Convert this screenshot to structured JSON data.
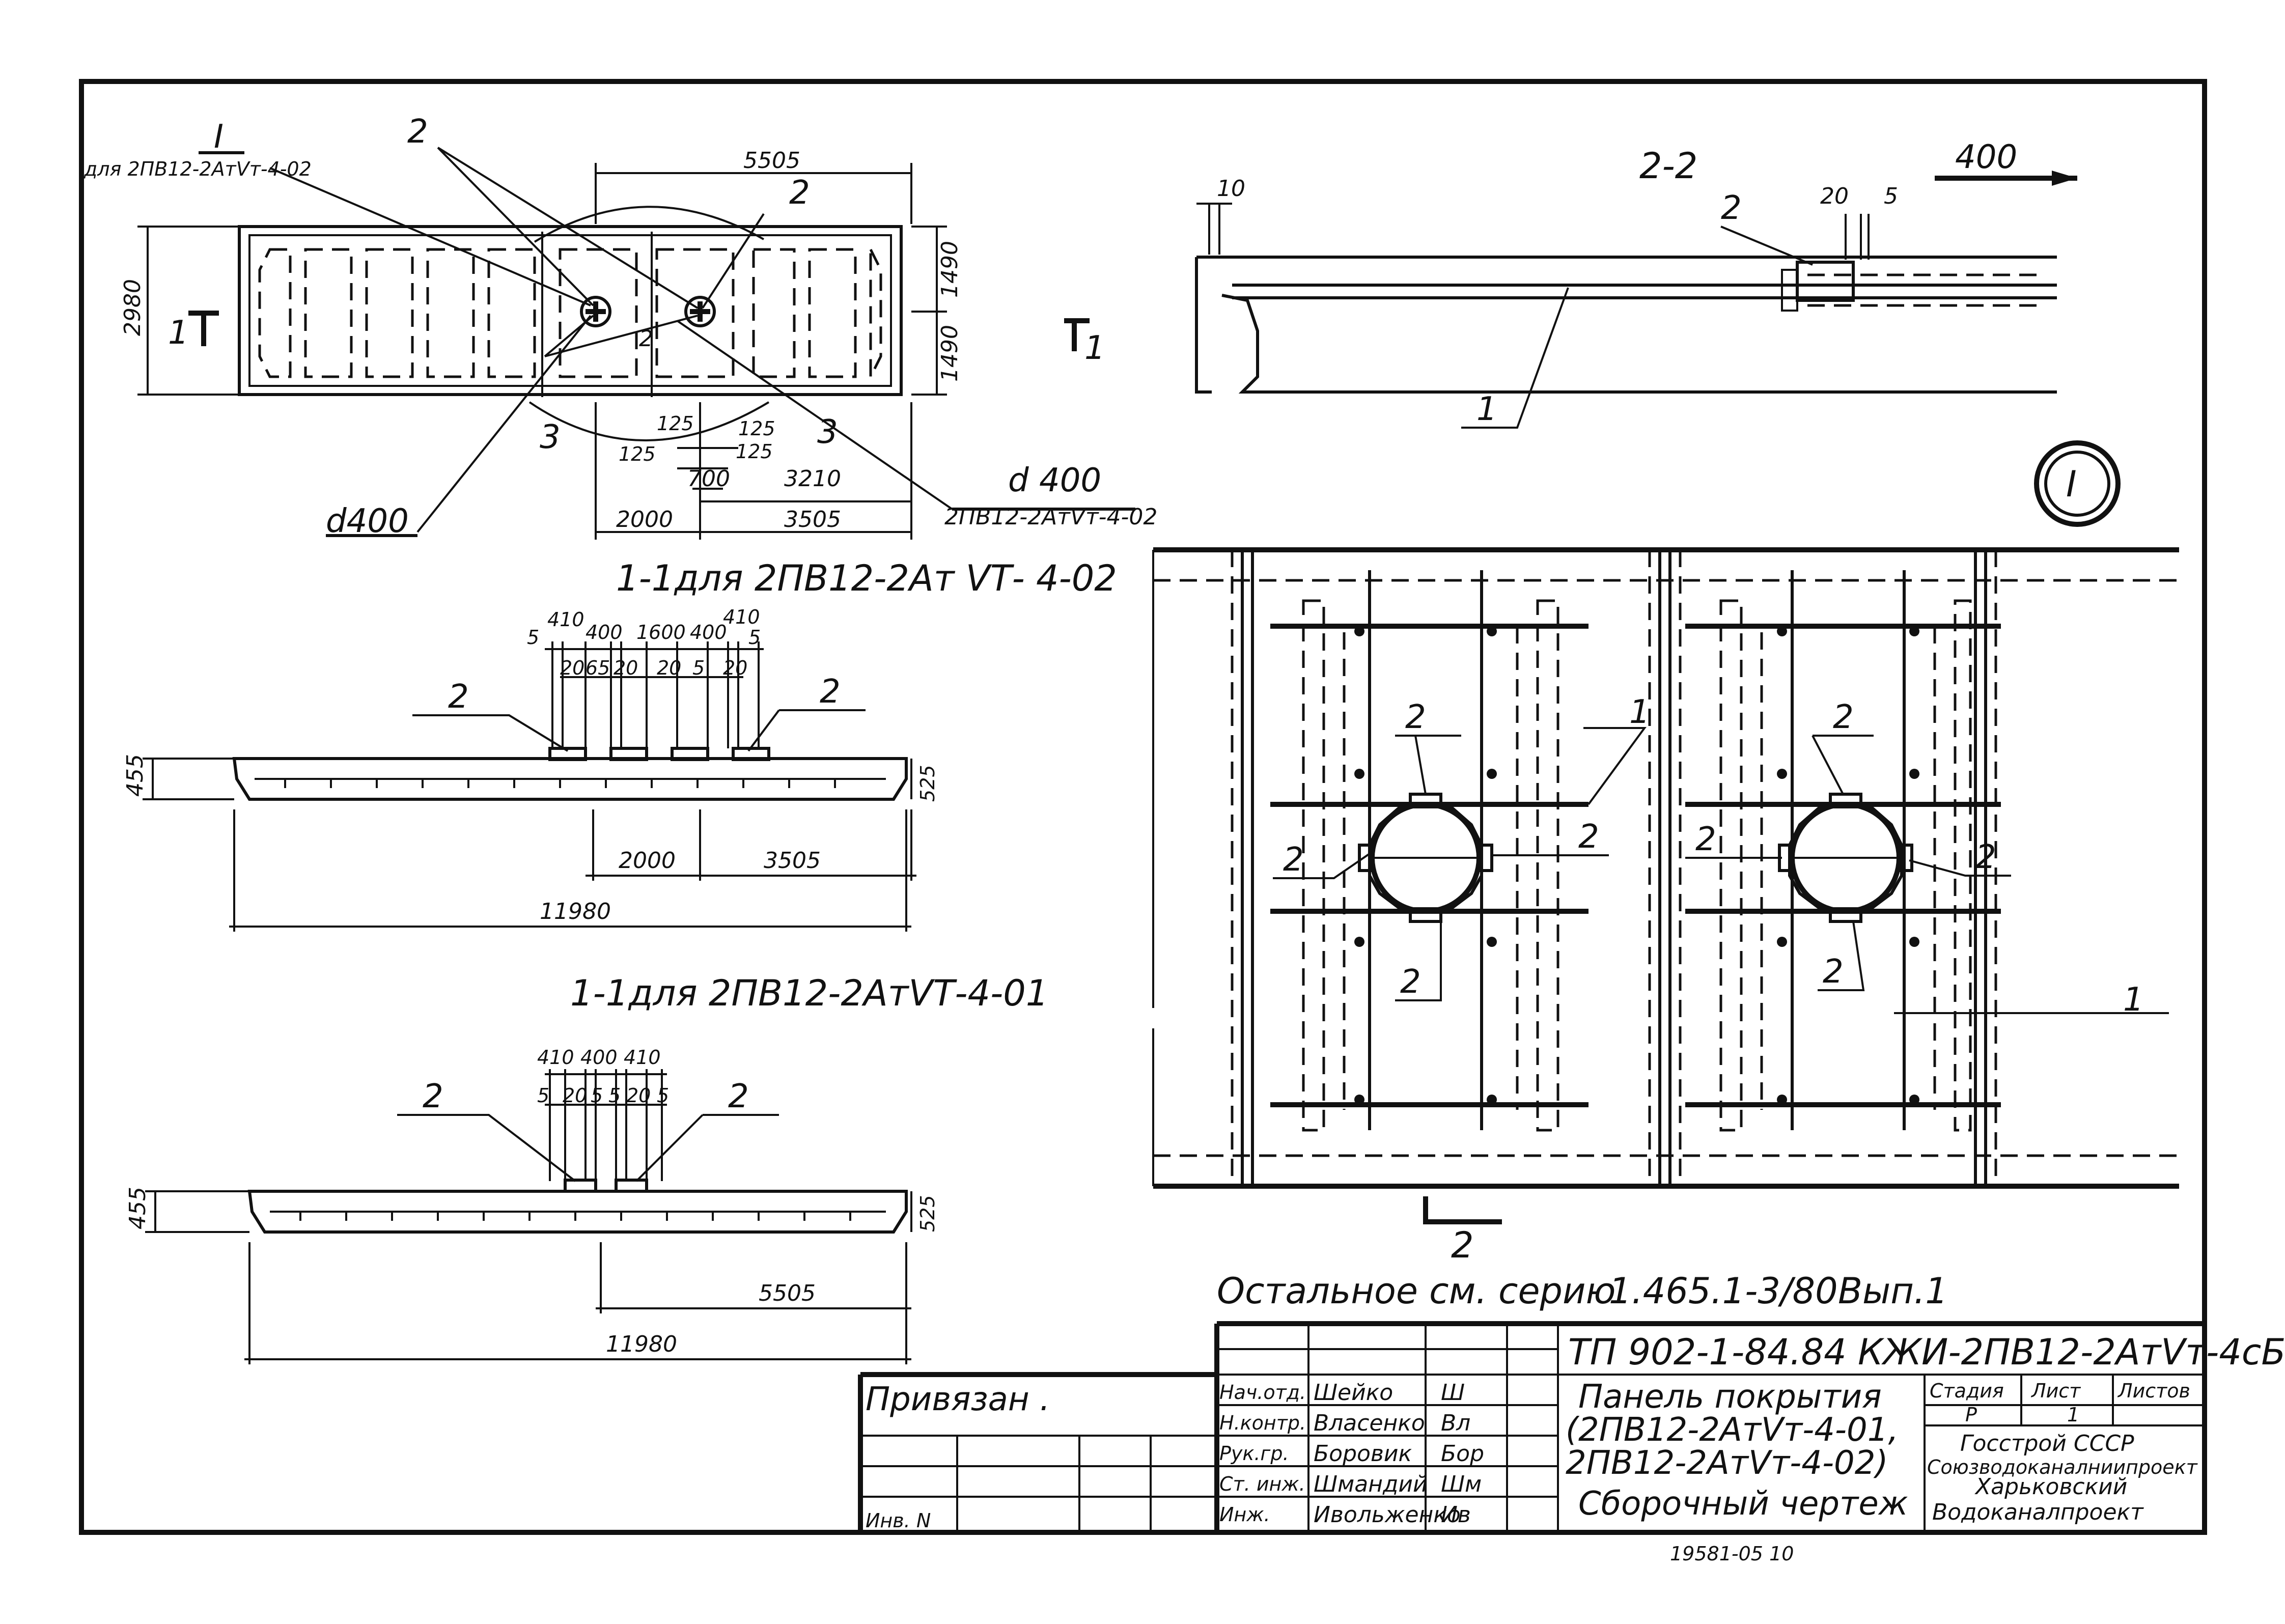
{
  "plan_view": {
    "section_mark_I": "I",
    "note_for": "для 2ПВ12-2АтVт-4-02",
    "dim_length": "5505",
    "dim_width": "2980",
    "dim_half_top": "1490",
    "dim_half_bottom": "1490",
    "dim_125_a": "125",
    "dim_125_b": "125",
    "dim_125_c": "125",
    "dim_125_d": "125",
    "dim_700": "700",
    "dim_3210": "3210",
    "dim_2000": "2000",
    "dim_3505": "3505",
    "hole_left": "d400",
    "hole_right": "d 400",
    "hole_right_note": "2ПВ12-2АтVт-4-02",
    "cut_left": "1",
    "cut_right": "1",
    "callout_2_top": "2",
    "callout_2_right": "2",
    "callout_2_mid": "2",
    "callout_3_left": "3",
    "callout_3_right": "3"
  },
  "section_2_2": {
    "title": "2-2",
    "dim_400": "400",
    "dim_10": "10",
    "dim_20": "20",
    "dim_5": "5",
    "callout_2": "2",
    "callout_1": "1"
  },
  "section_1_1_a": {
    "title": "1-1для 2ПВ12-2Ат VТ- 4-02",
    "dims_top": [
      "5",
      "410",
      "400",
      "1600",
      "400",
      "410",
      "5"
    ],
    "dims_small": [
      "20",
      "65",
      "20",
      "20",
      "5",
      "20"
    ],
    "callout_left": "2",
    "callout_right": "2",
    "height_455": "455",
    "height_525": "525",
    "dim_2000": "2000",
    "dim_3505": "3505",
    "dim_11980": "11980"
  },
  "section_1_1_b": {
    "title": "1-1для 2ПВ12-2АтVТ-4-01",
    "dims_top": [
      "410",
      "400",
      "410"
    ],
    "dims_small": [
      "5",
      "20",
      "5",
      "5",
      "20",
      "5"
    ],
    "callout_left": "2",
    "callout_right": "2",
    "height_455": "455",
    "height_525": "525",
    "dim_5505": "5505",
    "dim_11980": "11980"
  },
  "detail_I": {
    "mark": "I",
    "cut_label": "2",
    "callouts": [
      "2",
      "2",
      "2",
      "2",
      "1",
      "2",
      "2",
      "2",
      "2",
      "1"
    ]
  },
  "notes": {
    "see_series": "Остальное см. серию",
    "series_code": "1.465.1-3/80",
    "issue": "Вып.1"
  },
  "title_block": {
    "bound_label": "Привязан .",
    "inv_label": "Инв. N",
    "doc_code": "ТП 902-1-84.84  КЖИ-2ПВ12-2АтVт-4сБ",
    "rows": [
      {
        "role": "Нач.отд.",
        "name": "Шейко",
        "sign": "Ш"
      },
      {
        "role": "Н.контр.",
        "name": "Власенко",
        "sign": "Вл"
      },
      {
        "role": "Рук.гр.",
        "name": "Боровик",
        "sign": "Бор"
      },
      {
        "role": "Ст. инж.",
        "name": "Шмандий",
        "sign": "Шм"
      },
      {
        "role": "Инж.",
        "name": "Ивольженко",
        "sign": "Ив"
      }
    ],
    "desc_line1": "Панель покрытия",
    "desc_line2": "(2ПВ12-2АтVт-4-01,",
    "desc_line3": "2ПВ12-2АтVт-4-02)",
    "desc_line4": "Сборочный чертеж",
    "col_stage": "Стадия",
    "col_sheet": "Лист",
    "col_sheets": "Листов",
    "val_stage": "Р",
    "val_sheet": "1",
    "org1": "Госстрой СССР",
    "org2": "Союзводоканалниипроект",
    "org3": "Харьковский",
    "org4": "Водоканалпроект",
    "sheet_number": "19581-05    10"
  }
}
